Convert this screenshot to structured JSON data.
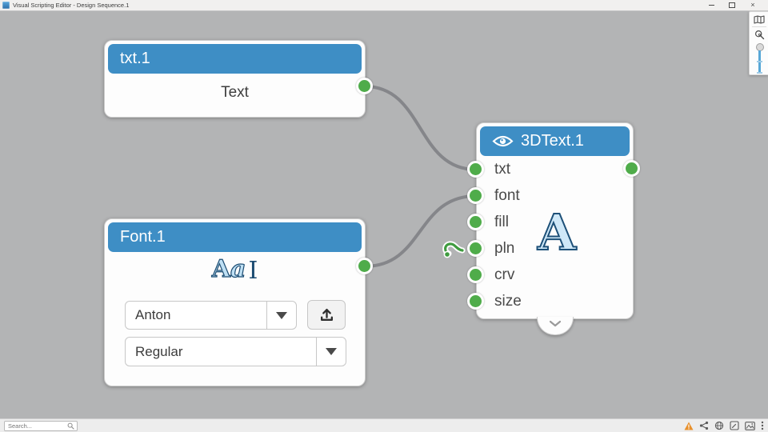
{
  "window": {
    "title": "Visual Scripting Editor - Design Sequence.1",
    "controls": {
      "close_glyph": "×"
    }
  },
  "right_toolbar": {
    "icons": [
      "overview-map-icon",
      "zoom-select-icon",
      "zoom-slider"
    ]
  },
  "nodes": {
    "txt": {
      "title": "txt.1",
      "body_label": "Text"
    },
    "font": {
      "title": "Font.1",
      "preview_upper": "A",
      "preview_lower": "a",
      "caret": "I",
      "family_value": "Anton",
      "style_value": "Regular"
    },
    "text3d": {
      "title": "3DText.1",
      "inputs": [
        "txt",
        "font",
        "fill",
        "pln",
        "crv",
        "size"
      ],
      "preview_letter": "A"
    }
  },
  "statusbar": {
    "search_placeholder": "Search...",
    "icons": [
      "warning-icon",
      "share-icon",
      "web-icon",
      "script-icon",
      "image-icon",
      "overflow-menu-icon"
    ]
  },
  "colors": {
    "header_blue": "#3e8ec5",
    "port_green": "#4fac4a",
    "wire_gray": "#85868a",
    "canvas_gray": "#b3b4b5",
    "warning_orange": "#e8902c",
    "preview_fill": "#cfe8f8",
    "preview_stroke": "#1d5078"
  }
}
